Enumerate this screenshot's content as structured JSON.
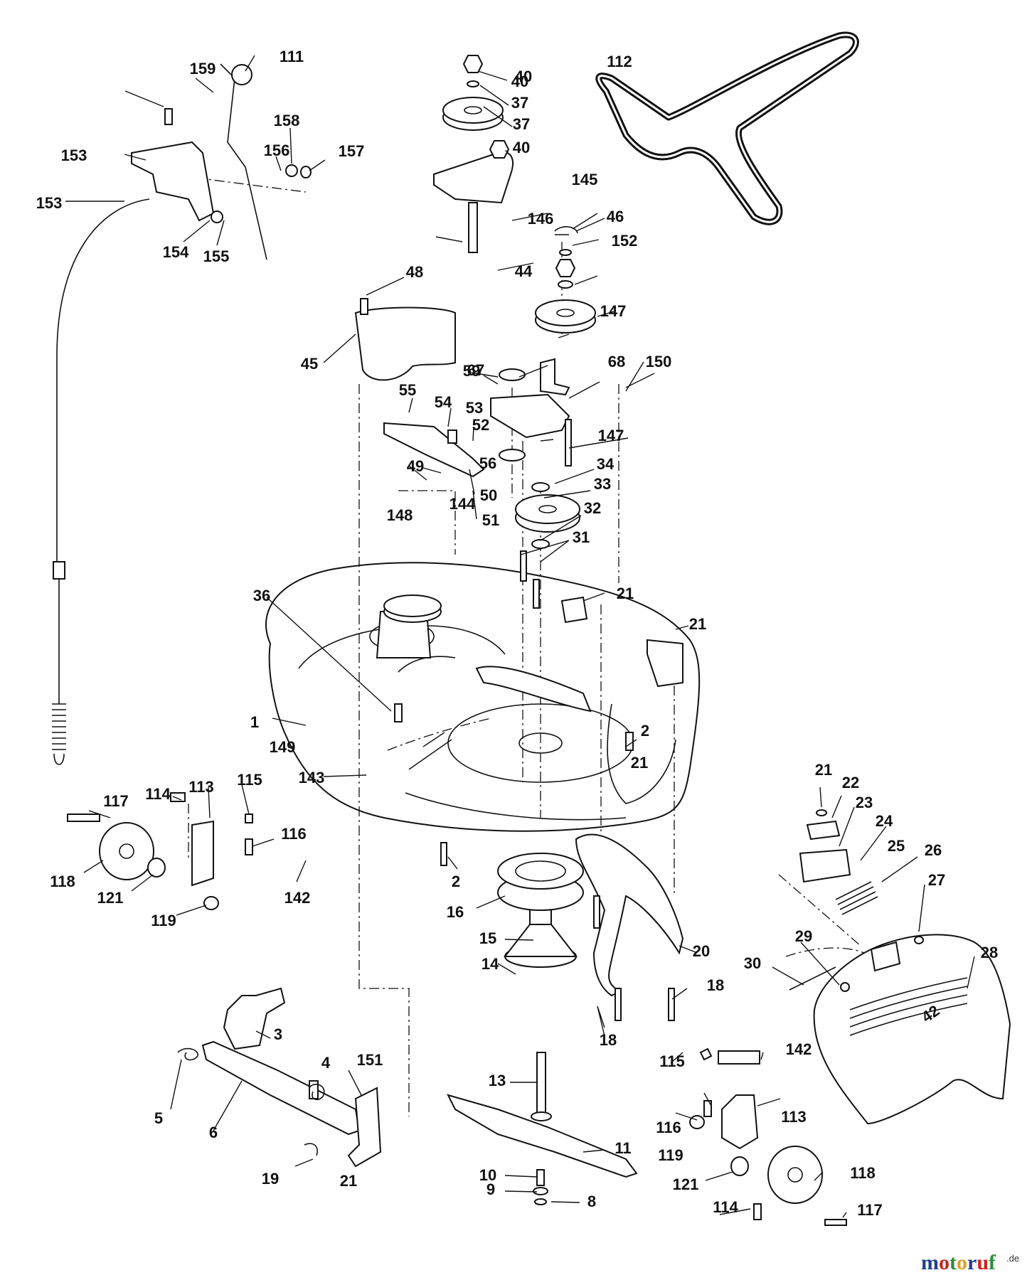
{
  "diagram": {
    "labels": [
      "1",
      "2",
      "2",
      "3",
      "4",
      "5",
      "6",
      "8",
      "9",
      "10",
      "11",
      "13",
      "14",
      "15",
      "16",
      "18",
      "18",
      "19",
      "20",
      "21",
      "21",
      "21",
      "21",
      "21",
      "22",
      "23",
      "24",
      "25",
      "26",
      "27",
      "28",
      "29",
      "30",
      "31",
      "32",
      "33",
      "34",
      "36",
      "37",
      "37",
      "40",
      "40",
      "40",
      "44",
      "45",
      "46",
      "48",
      "49",
      "50",
      "51",
      "52",
      "53",
      "54",
      "55",
      "56",
      "59",
      "67",
      "68",
      "111",
      "112",
      "113",
      "113",
      "114",
      "114",
      "115",
      "115",
      "116",
      "116",
      "117",
      "117",
      "118",
      "118",
      "119",
      "119",
      "121",
      "121",
      "142",
      "142",
      "143",
      "144",
      "145",
      "146",
      "147",
      "147",
      "148",
      "149",
      "150",
      "151",
      "152",
      "153",
      "153",
      "154",
      "155",
      "156",
      "157",
      "158",
      "159"
    ],
    "deck_badge": "42"
  },
  "watermark": {
    "brand_parts": [
      "m",
      "o",
      "t",
      "o",
      "r",
      "u",
      "f"
    ],
    "brand_colors": [
      "#1f3f8f",
      "#c8261f",
      "#2f8f3a",
      "#e0a020",
      "#1f3f8f",
      "#c8261f",
      "#2f8f3a"
    ],
    "suffix": ".de"
  }
}
